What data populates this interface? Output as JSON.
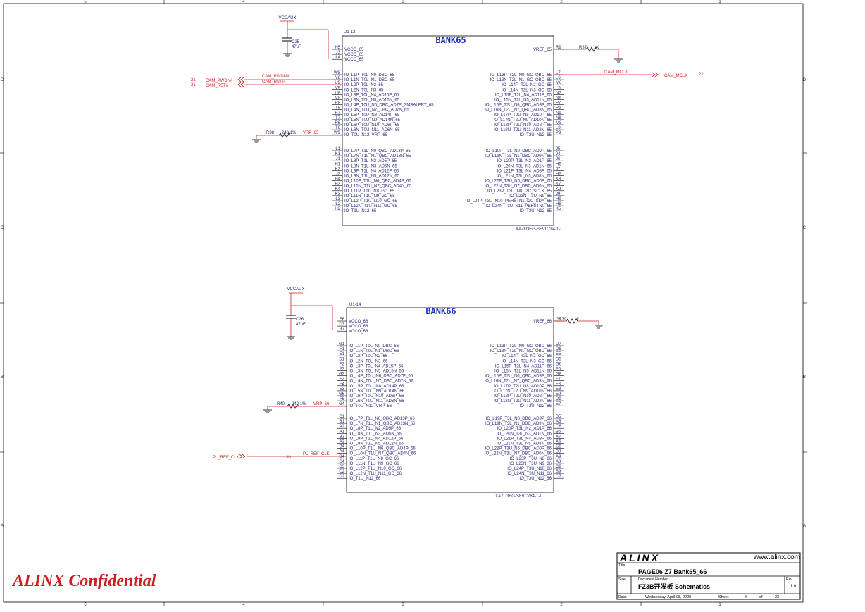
{
  "border": {
    "cols_top": [
      "5",
      "4",
      "3",
      "2",
      "1"
    ],
    "rows_side": [
      "D",
      "C",
      "B",
      "A"
    ]
  },
  "bank65": {
    "ref": "U1-13",
    "title": "BANK65",
    "part": "XAZU3EG-SFVC784-1-I",
    "vccaux": "VCCAUX",
    "cap_ref": "C25",
    "cap_val": "47uF",
    "vcco_pins": [
      {
        "num": "H5",
        "name": "VCCO_65"
      },
      {
        "num": "J3",
        "name": "VCCO_65"
      },
      {
        "num": "L4",
        "name": "VCCO_65"
      }
    ],
    "vref": {
      "num": "R9",
      "name": "VREF_65",
      "res_ref": "R37",
      "res_val": "1K"
    },
    "left_pins": [
      {
        "num": "W8",
        "name": "IO_L1P_T0L_N0_DBC_65"
      },
      {
        "num": "Y8",
        "name": "IO_L1N_T0L_N1_DBC_65"
      },
      {
        "num": "U9",
        "name": "IO_L2P_T0L_N2_65"
      },
      {
        "num": "V9",
        "name": "IO_L2N_T0L_N3_65"
      },
      {
        "num": "U8",
        "name": "IO_L3P_T0L_N4_AD15P_65"
      },
      {
        "num": "V8",
        "name": "IO_L3N_T0L_N5_AD15N_65"
      },
      {
        "num": "R8",
        "name": "IO_L4P_T0U_N6_DBC_AD7P_SMBALERT_65"
      },
      {
        "num": "T8",
        "name": "IO_L4N_T0U_N7_DBC_AD7N_65"
      },
      {
        "num": "R7",
        "name": "IO_L5P_T0U_N8_AD14P_65"
      },
      {
        "num": "T7",
        "name": "IO_L5N_T0U_N9_AD14N_65"
      },
      {
        "num": "R6",
        "name": "IO_L6P_T0U_N10_AD6P_65"
      },
      {
        "num": "T6",
        "name": "IO_L6N_T0U_N11_AD6N_65"
      },
      {
        "num": "W9",
        "name": "IO_T0U_N12_VRP_65"
      }
    ],
    "left_pins2": [
      {
        "num": "L1",
        "name": "IO_L7P_T1L_N0_QBC_AD13P_65"
      },
      {
        "num": "K1",
        "name": "IO_L7N_T1L_N1_QBC_AD13N_65"
      },
      {
        "num": "J1",
        "name": "IO_L8P_T1L_N2_AD5P_65"
      },
      {
        "num": "H1",
        "name": "IO_L8N_T1L_N3_AD5N_65"
      },
      {
        "num": "K2",
        "name": "IO_L9P_T1L_N4_AD12P_65"
      },
      {
        "num": "J2",
        "name": "IO_L9N_T1L_N5_AD12N_65"
      },
      {
        "num": "H4",
        "name": "IO_L10P_T1U_N6_QBC_AD4P_65"
      },
      {
        "num": "H3",
        "name": "IO_L10N_T1U_N7_QBC_AD4N_65"
      },
      {
        "num": "K4",
        "name": "IO_L11P_T1U_N8_GC_65"
      },
      {
        "num": "K3",
        "name": "IO_L11N_T1U_N9_GC_65"
      },
      {
        "num": "L3",
        "name": "IO_L12P_T1U_N10_GC_65"
      },
      {
        "num": "L2",
        "name": "IO_L12N_T1U_N11_GC_65"
      },
      {
        "num": "H2",
        "name": "IO_T1U_N12_65"
      }
    ],
    "right_pins": [
      {
        "num": "L7",
        "name": "IO_L13P_T2L_N0_GC_QBC_65"
      },
      {
        "num": "L6",
        "name": "IO_L13N_T2L_N1_GC_QBC_65"
      },
      {
        "num": "M6",
        "name": "IO_L14P_T2L_N2_GC_65"
      },
      {
        "num": "L5",
        "name": "IO_L14N_T2L_N3_GC_65"
      },
      {
        "num": "N7",
        "name": "IO_L15P_T2L_N4_AD11P_65"
      },
      {
        "num": "N6",
        "name": "IO_L15N_T2L_N5_AD11N_65"
      },
      {
        "num": "P7",
        "name": "IO_L16P_T2U_N6_QBC_AD3P_65"
      },
      {
        "num": "P6",
        "name": "IO_L16N_T2U_N7_QBC_AD3N_65"
      },
      {
        "num": "N9",
        "name": "IO_L17P_T2U_N8_AD10P_65"
      },
      {
        "num": "N8",
        "name": "IO_L17N_T2U_N9_AD10N_65"
      },
      {
        "num": "M8",
        "name": "IO_L18P_T2U_N10_AD2P_65"
      },
      {
        "num": "L8",
        "name": "IO_L18N_T2U_N11_AD2N_65"
      },
      {
        "num": "P9",
        "name": "IO_T2U_N12_65"
      }
    ],
    "right_pins2": [
      {
        "num": "J5",
        "name": "IO_L19P_T3L_N0_DBC_AD9P_65"
      },
      {
        "num": "J4",
        "name": "IO_L19N_T3L_N1_DBC_AD9N_65"
      },
      {
        "num": "J6",
        "name": "IO_L20P_T3L_N2_AD1P_65"
      },
      {
        "num": "H6",
        "name": "IO_L20N_T3L_N3_AD1N_65"
      },
      {
        "num": "J7",
        "name": "IO_L21P_T3L_N4_AD8P_65"
      },
      {
        "num": "H7",
        "name": "IO_L21N_T3L_N5_AD8N_65"
      },
      {
        "num": "K8",
        "name": "IO_L22P_T3U_N6_DBC_AD0P_65"
      },
      {
        "num": "K7",
        "name": "IO_L22N_T3U_N7_DBC_AD0N_65"
      },
      {
        "num": "K9",
        "name": "IO_L23P_T3U_N8_I2C_SCLK_65"
      },
      {
        "num": "J9",
        "name": "IO_L23N_T3U_N9_65"
      },
      {
        "num": "H9",
        "name": "IO_L24P_T3U_N10_PERSTN1_I2C_SDA_65"
      },
      {
        "num": "H8",
        "name": "IO_L24N_T3U_N11_PERSTN0_65"
      },
      {
        "num": "K5",
        "name": "IO_T3U_N12_65"
      }
    ],
    "vrp": {
      "res_ref": "R38",
      "res_val": "240 1%",
      "net": "VRP_65"
    },
    "nets_left": [
      {
        "page": "21",
        "port": "CAM_PWDN#",
        "net": "CAM_PWDN#"
      },
      {
        "page": "21",
        "port": "CAM_RST#",
        "net": "CAM_RST#"
      }
    ],
    "net_right": {
      "net": "CAM_MCLK",
      "port": "CAM_MCLK",
      "page": "21"
    }
  },
  "bank66": {
    "ref": "U1-14",
    "title": "BANK66",
    "part": "XAZU3EG-SFVC784-1-I",
    "vccaux": "VCCAUX",
    "cap_ref": "C26",
    "cap_val": "47uF",
    "vcco_pins": [
      {
        "num": "E6",
        "name": "VCCO_66"
      },
      {
        "num": "D3",
        "name": "VCCO_66"
      },
      {
        "num": "B7",
        "name": "VCCO_66"
      }
    ],
    "vref": {
      "num": "G9",
      "name": "VREF_66",
      "res_ref": "R39",
      "res_val": "1K"
    },
    "left_pins": [
      {
        "num": "G1",
        "name": "IO_L1P_T0L_N0_DBC_66"
      },
      {
        "num": "F1",
        "name": "IO_L1N_T0L_N1_DBC_66"
      },
      {
        "num": "E1",
        "name": "IO_L2P_T0L_N2_66"
      },
      {
        "num": "D1",
        "name": "IO_L2N_T0L_N3_66"
      },
      {
        "num": "F2",
        "name": "IO_L3P_T0L_N4_AD15P_66"
      },
      {
        "num": "E2",
        "name": "IO_L3N_T0L_N5_AD15N_66"
      },
      {
        "num": "G3",
        "name": "IO_L4P_T0U_N6_DBC_AD7P_66"
      },
      {
        "num": "F3",
        "name": "IO_L4N_T0U_N7_DBC_AD7N_66"
      },
      {
        "num": "E4",
        "name": "IO_L5P_T0U_N8_AD14P_66"
      },
      {
        "num": "E3",
        "name": "IO_L5N_T0U_N9_AD14N_66"
      },
      {
        "num": "G6",
        "name": "IO_L6P_T0U_N10_AD6P_66"
      },
      {
        "num": "F5",
        "name": "IO_L6N_T0U_N11_AD6N_66"
      },
      {
        "num": "G4",
        "name": "IO_T0U_N12_VRP_66"
      }
    ],
    "left_pins2": [
      {
        "num": "C1",
        "name": "IO_L7P_T1L_N0_QBC_AD13P_66"
      },
      {
        "num": "B1",
        "name": "IO_L7N_T1L_N1_QBC_AD13N_66"
      },
      {
        "num": "A2",
        "name": "IO_L8P_T1L_N2_AD5P_66"
      },
      {
        "num": "A1",
        "name": "IO_L8N_T1L_N3_AD5N_66"
      },
      {
        "num": "B3",
        "name": "IO_L9P_T1L_N4_AD12P_66"
      },
      {
        "num": "A3",
        "name": "IO_L9N_T1L_N5_AD12N_66"
      },
      {
        "num": "B4",
        "name": "IO_L10P_T1U_N6_QBC_AD4P_66"
      },
      {
        "num": "A4",
        "name": "IO_L10N_T1U_N7_QBC_AD4N_66"
      },
      {
        "num": "D4",
        "name": "IO_L11P_T1U_N8_GC_66"
      },
      {
        "num": "C4",
        "name": "IO_L11N_T1U_N9_GC_66"
      },
      {
        "num": "C3",
        "name": "IO_L12P_T1U_N10_GC_66"
      },
      {
        "num": "C2",
        "name": "IO_L12N_T1U_N11_GC_66"
      },
      {
        "num": "D2",
        "name": "IO_T1U_N12_66"
      }
    ],
    "right_pins": [
      {
        "num": "D7",
        "name": "IO_L13P_T2L_N0_GC_QBC_66"
      },
      {
        "num": "D6",
        "name": "IO_L13N_T2L_N1_GC_QBC_66"
      },
      {
        "num": "E5",
        "name": "IO_L14P_T2L_N2_GC_66"
      },
      {
        "num": "D5",
        "name": "IO_L14N_T2L_N3_GC_66"
      },
      {
        "num": "G6",
        "name": "IO_L15P_T2L_N4_AD11P_66"
      },
      {
        "num": "F6",
        "name": "IO_L15N_T2L_N5_AD11N_66"
      },
      {
        "num": "G8",
        "name": "IO_L16P_T2U_N6_QBC_AD3P_66"
      },
      {
        "num": "F7",
        "name": "IO_L16N_T2U_N7_QBC_AD3N_66"
      },
      {
        "num": "F8",
        "name": "IO_L17P_T2U_N8_AD10P_66"
      },
      {
        "num": "E8",
        "name": "IO_L17N_T2U_N9_AD10N_66"
      },
      {
        "num": "E9",
        "name": "IO_L18P_T2U_N10_AD2P_66"
      },
      {
        "num": "D9",
        "name": "IO_L18N_T2U_N11_AD2N_66"
      },
      {
        "num": "E7",
        "name": "IO_T2U_N12_66"
      }
    ],
    "right_pins2": [
      {
        "num": "B5",
        "name": "IO_L19P_T3L_N0_DBC_AD9P_66"
      },
      {
        "num": "A5",
        "name": "IO_L19N_T3L_N1_DBC_AD9N_66"
      },
      {
        "num": "C6",
        "name": "IO_L20P_T3L_N2_AD1P_66"
      },
      {
        "num": "B6",
        "name": "IO_L20N_T3L_N3_AD1N_66"
      },
      {
        "num": "A7",
        "name": "IO_L21P_T3L_N4_AD8P_66"
      },
      {
        "num": "A6",
        "name": "IO_L21N_T3L_N5_AD8N_66"
      },
      {
        "num": "C8",
        "name": "IO_L22P_T3U_N6_DBC_AD0P_66"
      },
      {
        "num": "B8",
        "name": "IO_L22N_T3U_N7_DBC_AD0N_66"
      },
      {
        "num": "A9",
        "name": "IO_L23P_T3U_N8_66"
      },
      {
        "num": "A8",
        "name": "IO_L23N_T3U_N9_66"
      },
      {
        "num": "C9",
        "name": "IO_L24P_T3U_N10_66"
      },
      {
        "num": "B9",
        "name": "IO_L24N_T3U_N11_66"
      },
      {
        "num": "C7",
        "name": "IO_T3U_N12_66"
      }
    ],
    "vrp": {
      "res_ref": "R40",
      "res_val": "240 1%",
      "net": "VRP_66"
    },
    "net_left": {
      "port": "PL_REF_CLK",
      "page": "30",
      "net": "PL_REF_CLK"
    }
  },
  "title_block": {
    "brand": "ALINX",
    "website": "www.alinx.com",
    "title_label": "Title",
    "title": "PAGE06 Z7 Bank65_66",
    "size_label": "Size",
    "docnum_label": "Document Number",
    "docnum": "FZ3B开发板 Schematics",
    "rev_label": "Rev",
    "rev": "1.0",
    "date_label": "Date:",
    "date": "Wednesday, April 08, 2020",
    "sheet_label": "Sheet",
    "sheet": "6",
    "of_label": "of",
    "of": "23"
  },
  "confidential": "ALINX Confidential",
  "colors": {
    "wire": "#cc1f1f",
    "ink": "#2a2a7a",
    "part": "#000000",
    "bank": "#1a2fb5"
  }
}
